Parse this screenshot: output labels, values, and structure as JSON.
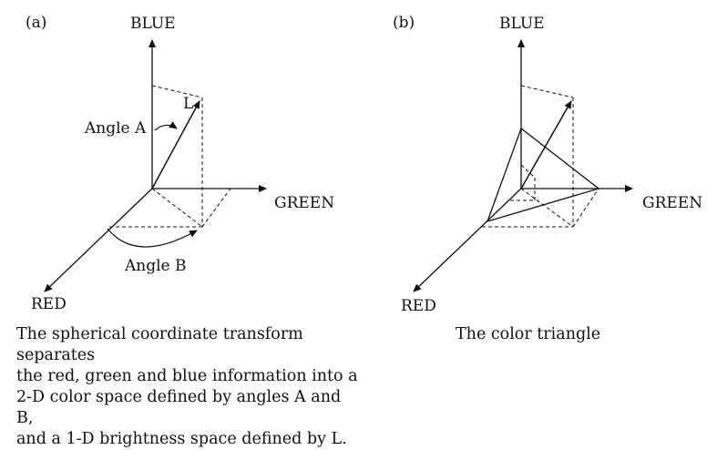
{
  "panel_a": {
    "tag": "(a)",
    "axis_blue": "BLUE",
    "axis_green": "GREEN",
    "axis_red": "RED",
    "vector_label": "L",
    "angle_a": "Angle A",
    "angle_b": "Angle B",
    "caption": "The spherical coordinate transform separates\nthe red, green and blue information into a\n2-D color space defined by angles A and B,\nand a 1-D brightness space defined by L."
  },
  "panel_b": {
    "tag": "(b)",
    "axis_blue": "BLUE",
    "axis_green": "GREEN",
    "axis_red": "RED",
    "caption": "The color triangle"
  }
}
